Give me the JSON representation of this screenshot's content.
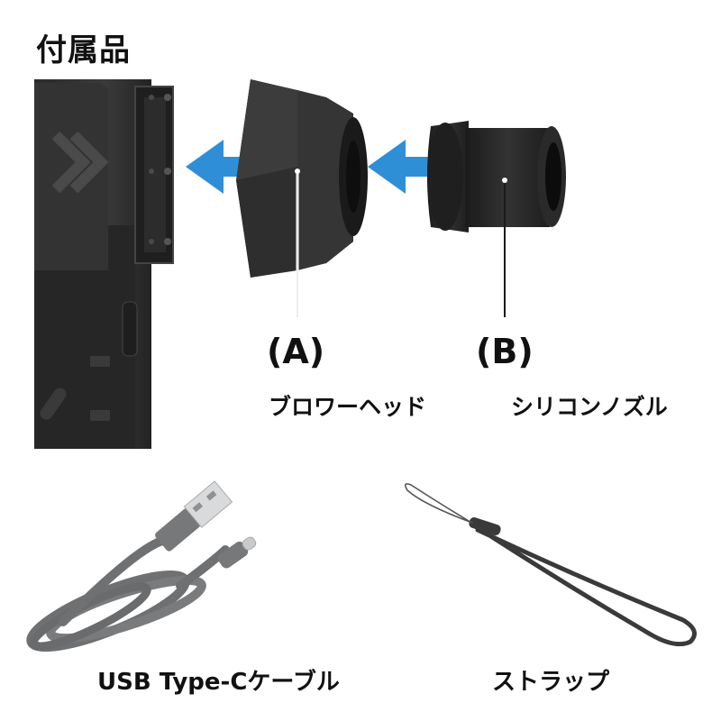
{
  "title": "付属品",
  "items": {
    "a": {
      "letter": "(A)",
      "name": "ブロワーヘッド"
    },
    "b": {
      "letter": "(B)",
      "name": "シリコンノズル"
    }
  },
  "cable": {
    "caption": "USB Type-Cケーブル"
  },
  "strap": {
    "caption": "ストラップ"
  },
  "colors": {
    "arrow": "#2f8fd6",
    "product": "#2b2b2b",
    "cable": "#6f7072",
    "strap": "#3a3a3a"
  }
}
